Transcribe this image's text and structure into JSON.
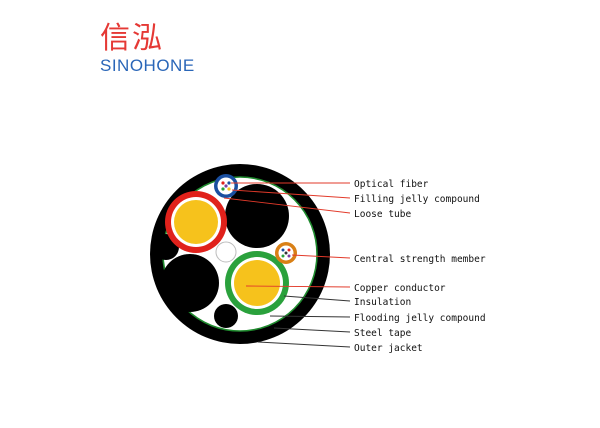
{
  "brand": {
    "name_cn": "信泓",
    "name_en": "SINOHONE",
    "colors": {
      "cn": "#e53935",
      "en": "#2a66b8"
    }
  },
  "diagram": {
    "labels": [
      "Optical fiber",
      "Filling jelly compound",
      "Loose tube",
      "Central strength member",
      "Copper conductor",
      "Insulation",
      "Flooding jelly compound",
      "Steel tape",
      "Outer jacket"
    ],
    "colors": {
      "jacket": "#000000",
      "steel_tape": "#1f8a2e",
      "conductor": "#f6c21c",
      "insulation_red": "#e0211b",
      "insulation_green": "#2aa13c",
      "leader_red": "#e23a2a",
      "leader_dark": "#333333"
    }
  }
}
